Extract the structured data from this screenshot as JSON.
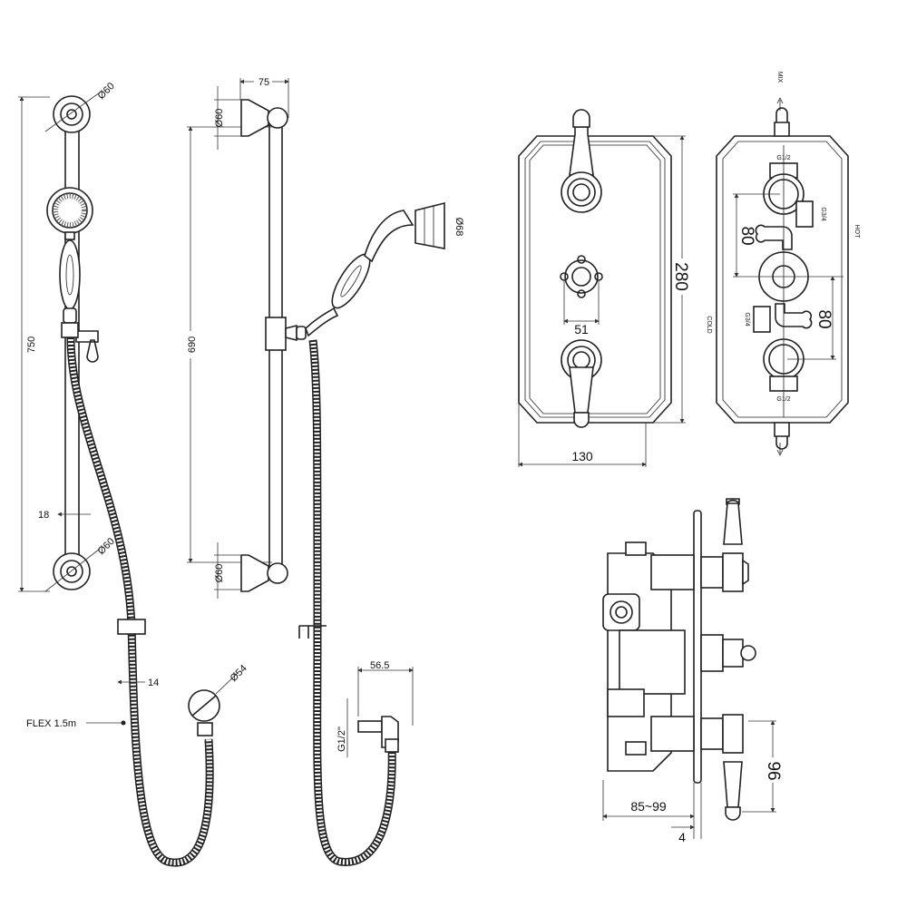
{
  "front_rail": {
    "height_dim": "750",
    "plate_top_dia": "Ø60",
    "plate_bottom_dia": "Ø60",
    "rail_width_dim": "18",
    "hose_width_dim": "14",
    "hose_label": "FLEX 1.5m",
    "outlet_dia": "Ø54"
  },
  "side_rail": {
    "depth_dim": "75",
    "bracket_top_dia": "Ø60",
    "bracket_bottom_dia": "Ø60",
    "rail_length_dim": "690",
    "handset_dia": "Ø68",
    "outlet_depth_dim": "56.5",
    "outlet_thread": "G1/2\""
  },
  "valve_front": {
    "height_dim": "280",
    "spacing_dim": "51",
    "width_dim": "130"
  },
  "valve_back": {
    "mix_label": "MIX",
    "top_thread": "G1/2",
    "bottom_thread": "G1/2",
    "hot_label": "HOT",
    "cold_label": "COLD",
    "hot_thread": "G3/4",
    "cold_thread": "G3/4",
    "upper_spacing": "80",
    "lower_spacing": "80"
  },
  "valve_side": {
    "depth_dim": "85~99",
    "plate_dim": "4",
    "handle_dim": "96"
  }
}
